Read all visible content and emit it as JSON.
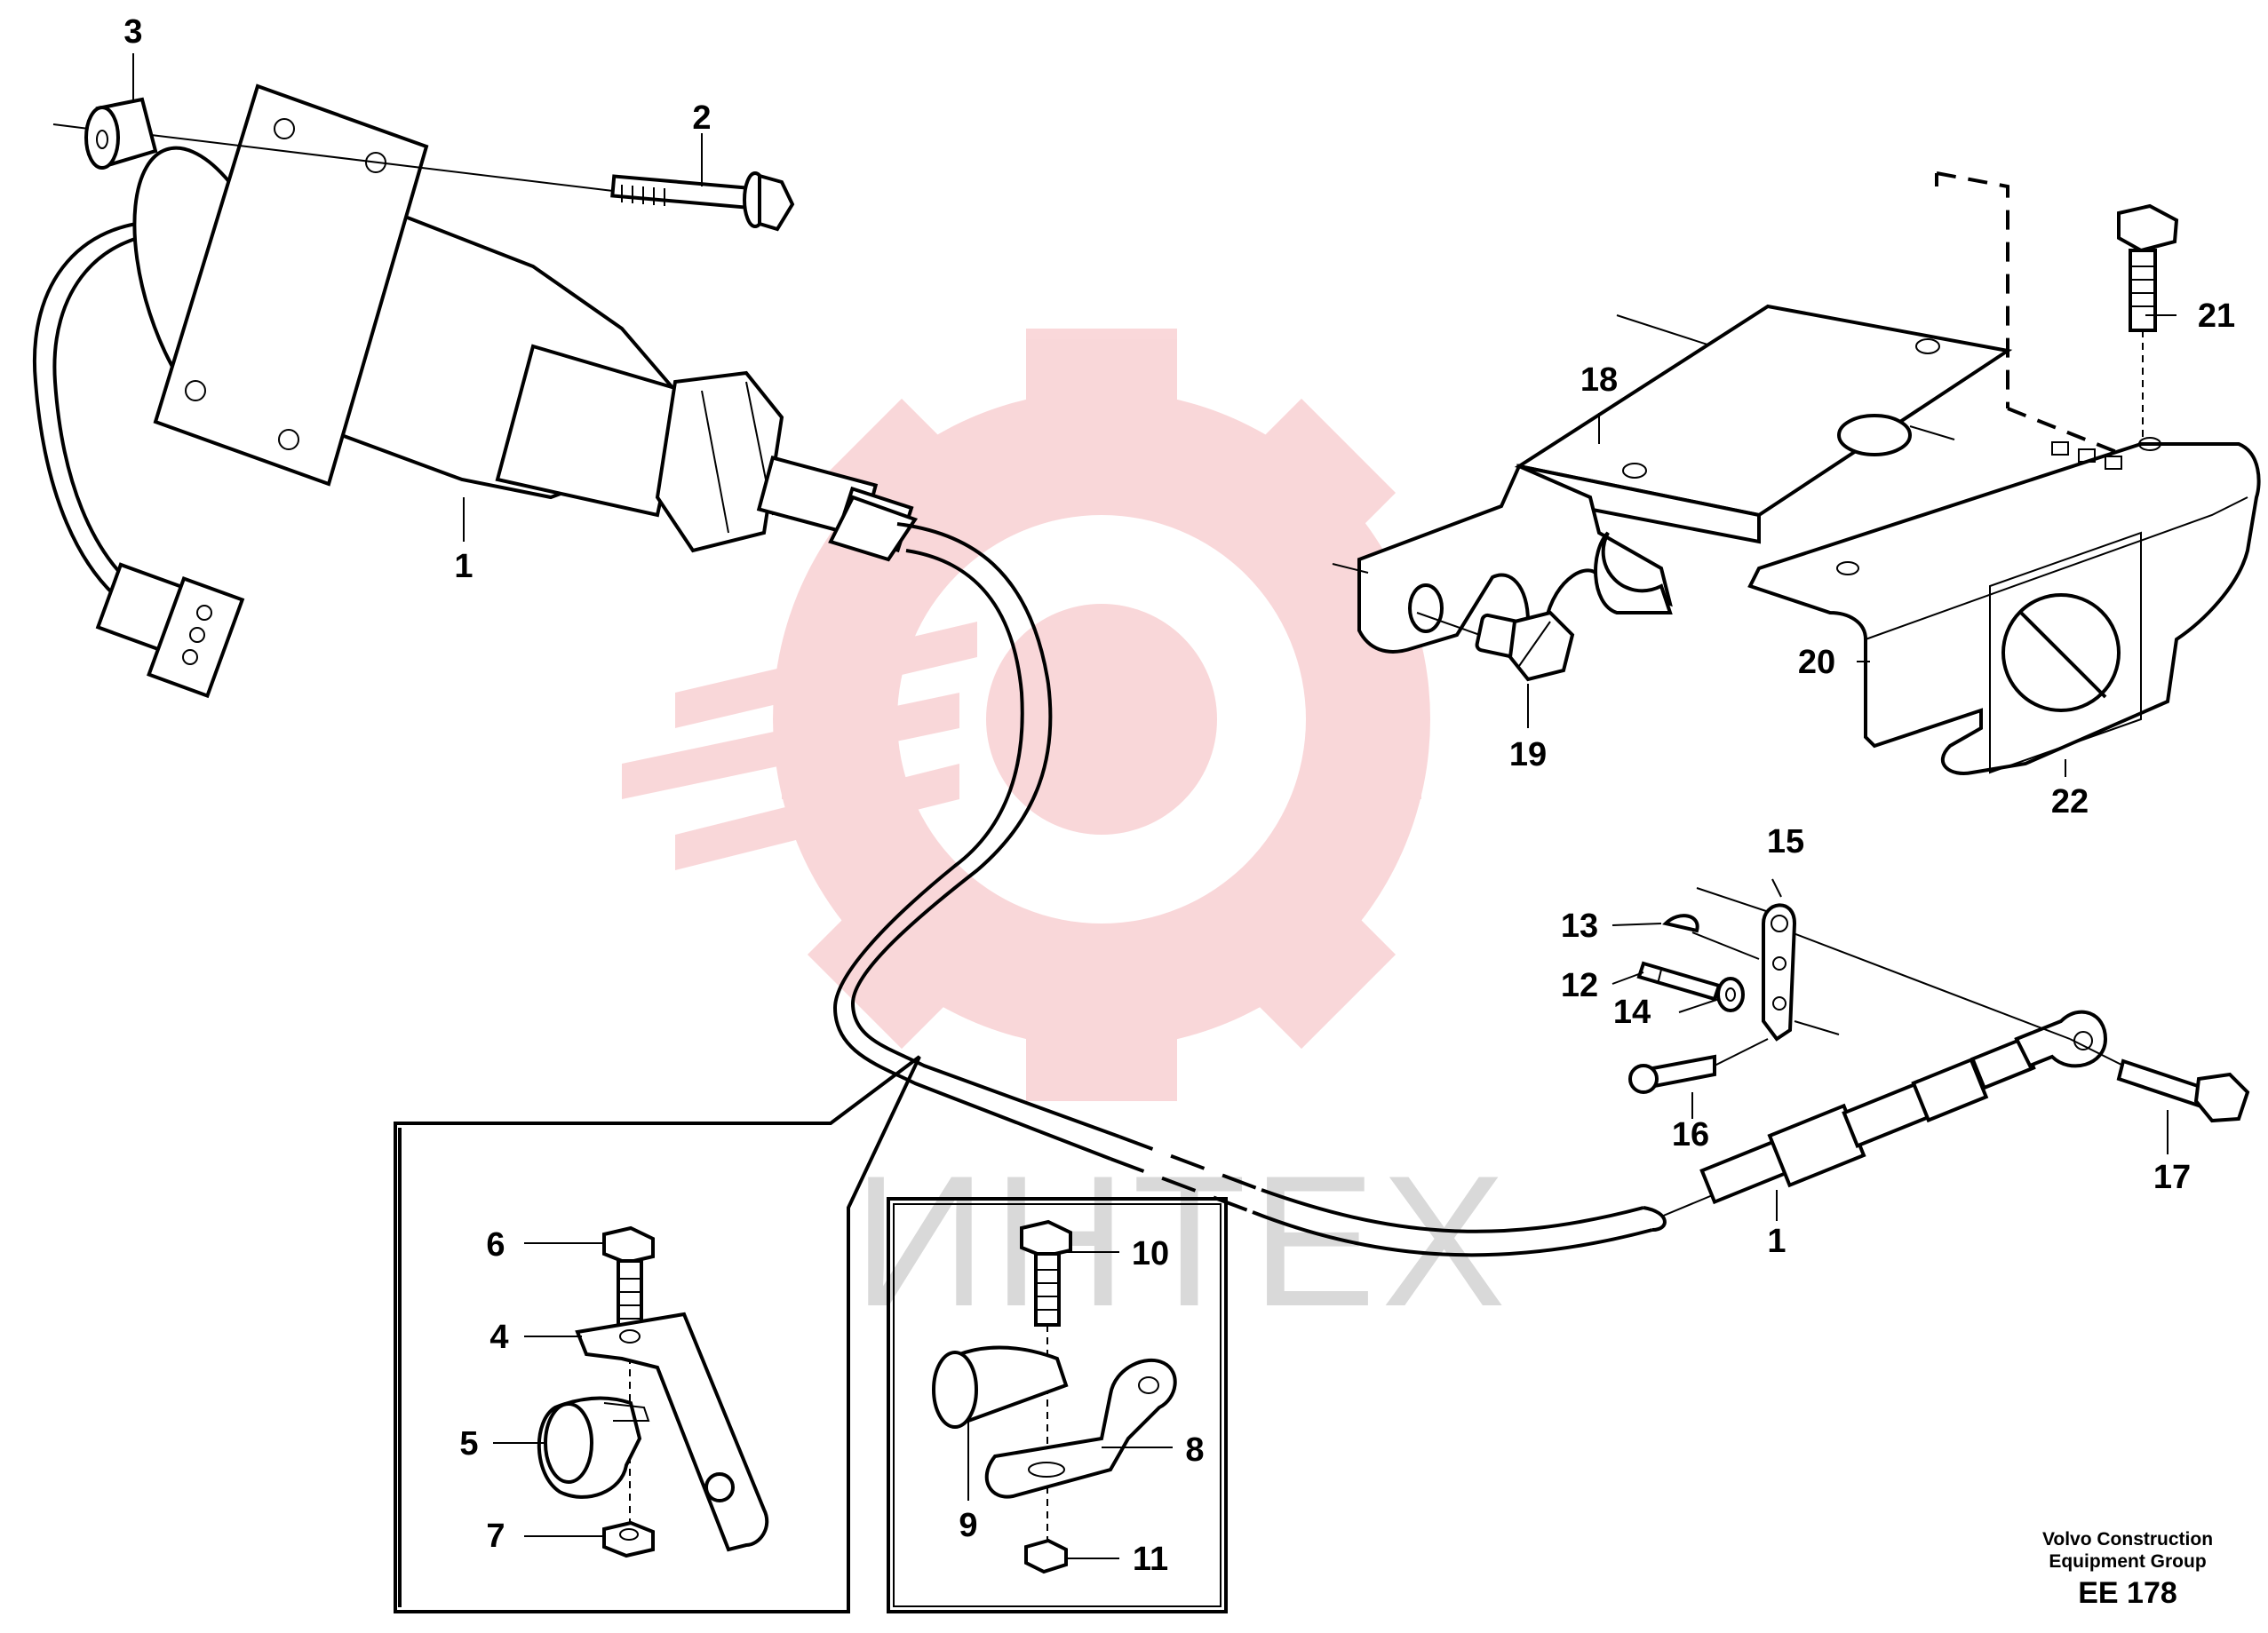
{
  "callouts": {
    "c1_motor": "1",
    "c1_cable": "1",
    "c2": "2",
    "c3": "3",
    "c4": "4",
    "c5": "5",
    "c6": "6",
    "c7": "7",
    "c8": "8",
    "c9": "9",
    "c10": "10",
    "c11": "11",
    "c12": "12",
    "c13": "13",
    "c14": "14",
    "c15": "15",
    "c16": "16",
    "c17": "17",
    "c18": "18",
    "c19": "19",
    "c20": "20",
    "c21": "21",
    "c22": "22"
  },
  "watermark": {
    "text": "ИНТЕХ",
    "color": "#f3b3b6"
  },
  "footer": {
    "company_line1": "Volvo Construction",
    "company_line2": "Equipment Group",
    "code": "EE 178"
  },
  "colors": {
    "line": "#000000",
    "background": "#ffffff",
    "watermark_gear": "#f5c2c4",
    "watermark_text": "#d9d9d9"
  }
}
